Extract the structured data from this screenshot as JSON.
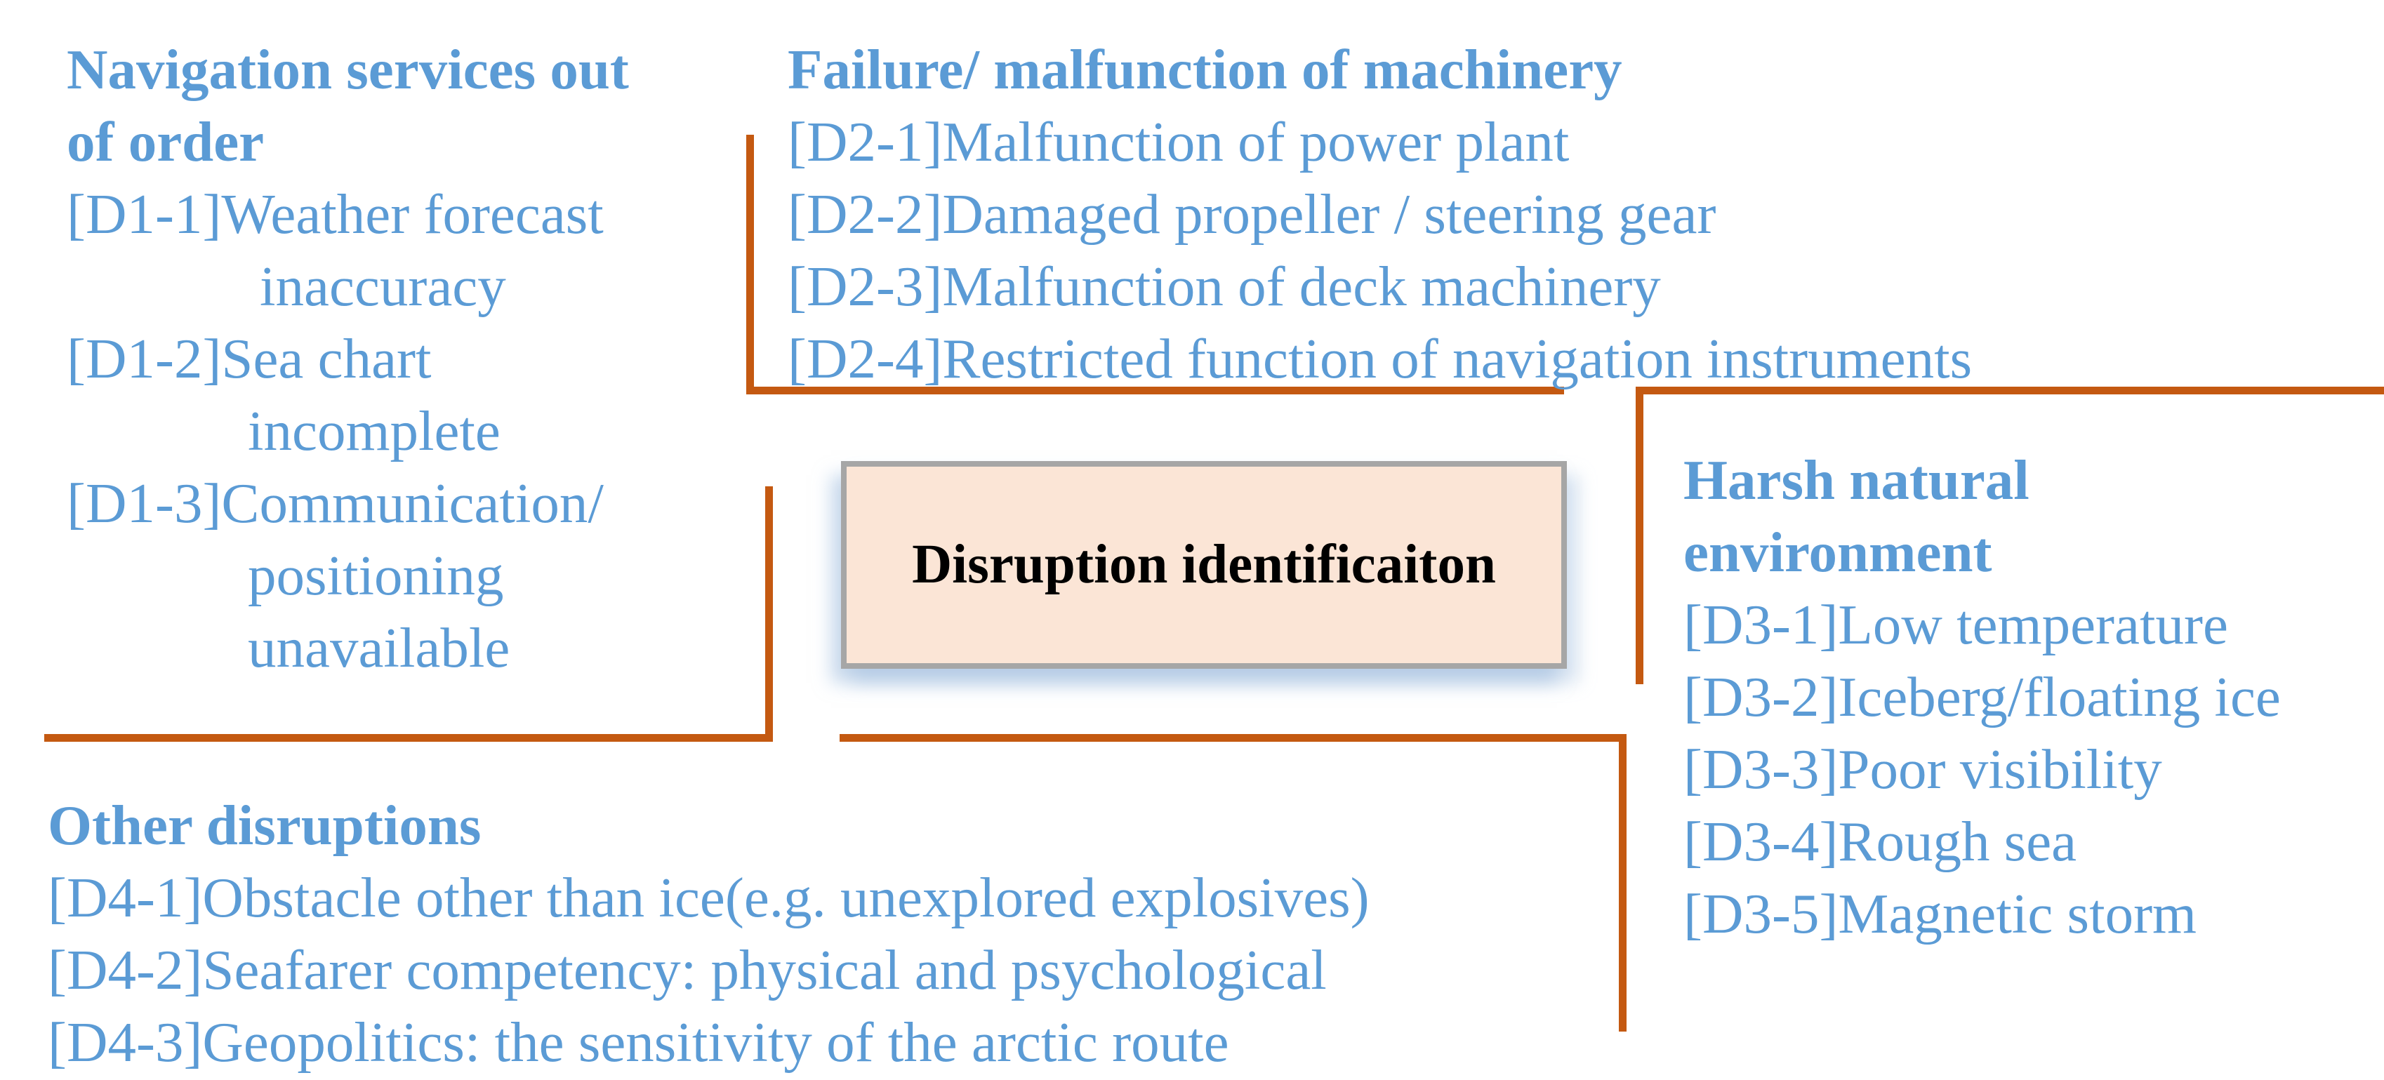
{
  "colors": {
    "text_blue": "#5B9BD5",
    "line_orange": "#C45911",
    "box_fill": "#FBE5D6",
    "box_border": "#A6A6A6",
    "box_text": "#000000"
  },
  "center_box": {
    "label": "Disruption identificaiton"
  },
  "sections": {
    "navigation": {
      "heading_lines": [
        "Navigation services out",
        "of order"
      ],
      "lines": [
        {
          "text": "[D1-1]Weather forecast"
        },
        {
          "text": "inaccuracy"
        },
        {
          "text": "[D1-2]Sea chart"
        },
        {
          "text": "incomplete"
        },
        {
          "text": "[D1-3]Communication/"
        },
        {
          "text": "positioning"
        },
        {
          "text": "unavailable"
        }
      ]
    },
    "machinery": {
      "heading": "Failure/ malfunction of machinery",
      "items": [
        {
          "text": "[D2-1]Malfunction of power plant"
        },
        {
          "text": "[D2-2]Damaged propeller / steering gear"
        },
        {
          "text": "[D2-3]Malfunction of deck machinery"
        },
        {
          "text": "[D2-4]Restricted function of navigation instruments"
        }
      ]
    },
    "environment": {
      "heading_lines": [
        "Harsh natural",
        "environment"
      ],
      "items": [
        {
          "text": "[D3-1]Low temperature"
        },
        {
          "text": "[D3-2]Iceberg/floating ice"
        },
        {
          "text": "[D3-3]Poor visibility"
        },
        {
          "text": "[D3-4]Rough sea"
        },
        {
          "text": "[D3-5]Magnetic storm"
        }
      ]
    },
    "other": {
      "heading": "Other disruptions",
      "items": [
        {
          "text": "[D4-1]Obstacle other than ice(e.g. unexplored explosives)"
        },
        {
          "text": "[D4-2]Seafarer competency: physical and psychological"
        },
        {
          "text": "[D4-3]Geopolitics: the sensitivity of the arctic route"
        }
      ]
    }
  }
}
